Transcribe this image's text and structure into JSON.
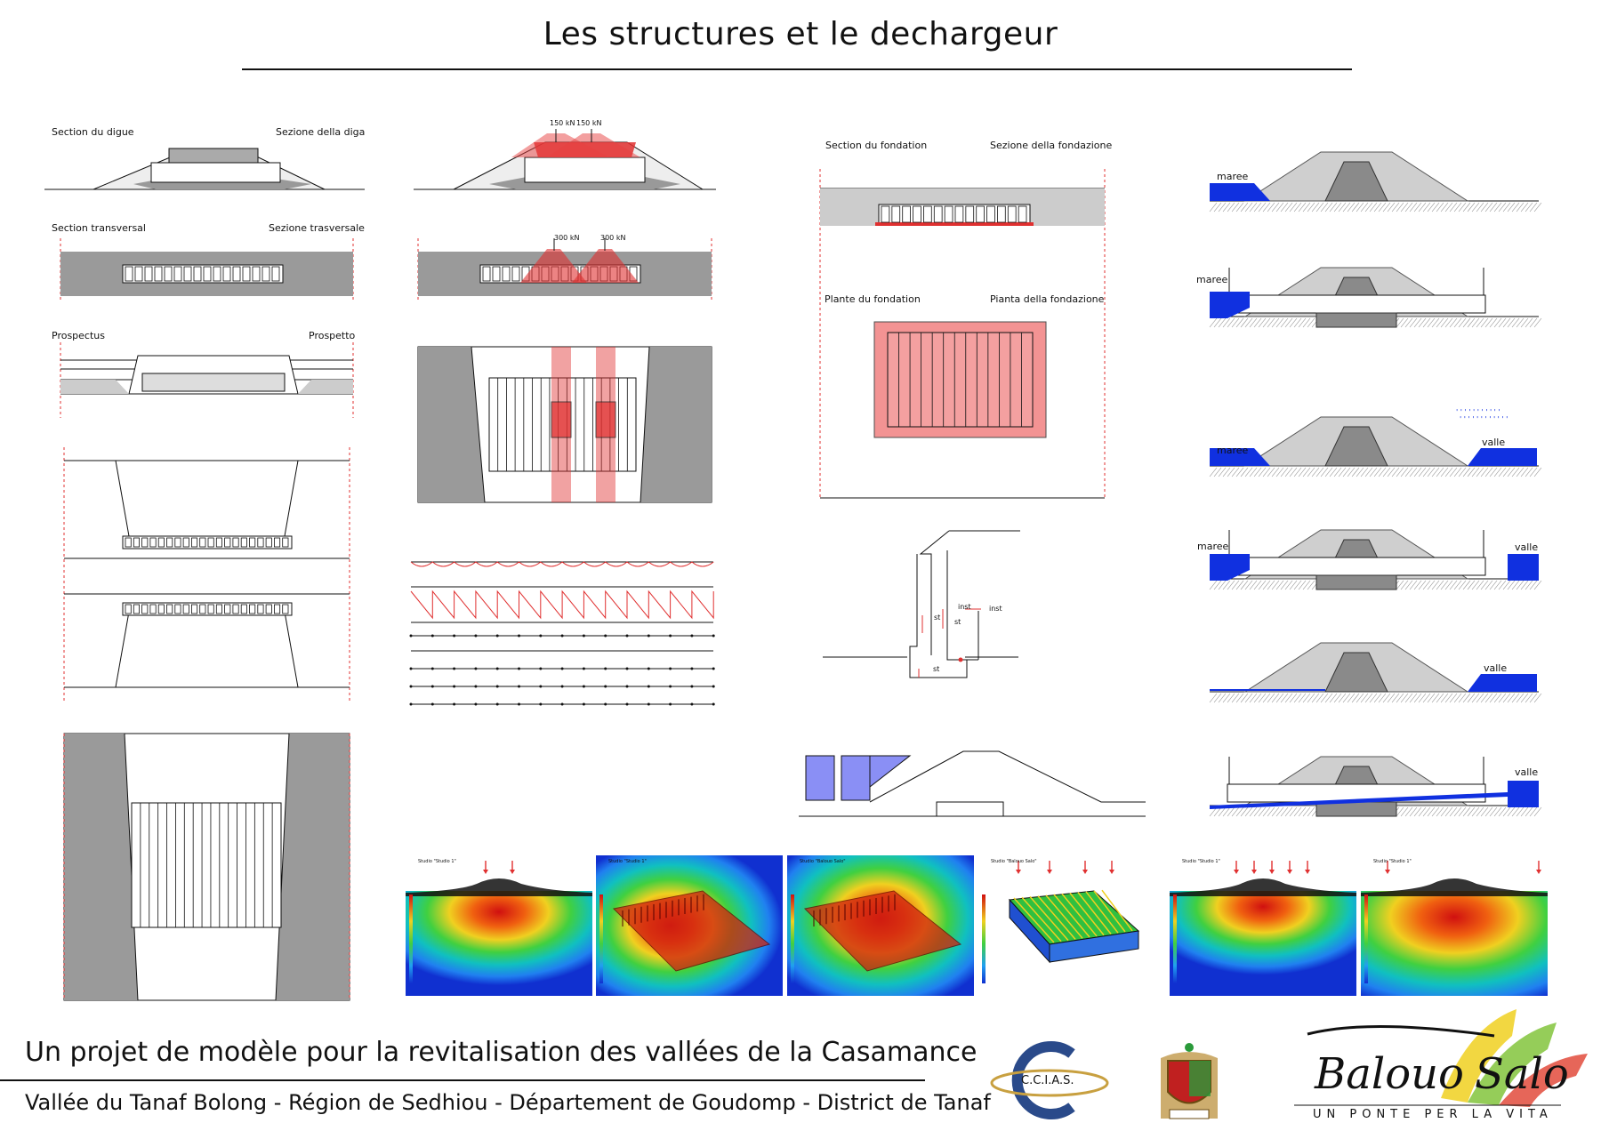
{
  "header": {
    "title": "Les structures et le dechargeur"
  },
  "labels": {
    "section_digue_fr": "Section du digue",
    "section_digue_it": "Sezione della diga",
    "section_transversal_fr": "Section transversal",
    "section_transversal_it": "Sezione trasversale",
    "prospectus_fr": "Prospectus",
    "prospectus_it": "Prospetto",
    "load_150a": "150 kN",
    "load_150b": "150 kN",
    "load_300a": "300 kN",
    "load_300b": "300 kN",
    "section_fondation_fr": "Section du fondation",
    "section_fondation_it": "Sezione della fondazione",
    "plante_fondation_fr": "Plante du fondation",
    "pianta_fondazione_it": "Pianta della fondazione",
    "st_1": "st",
    "st_2": "st",
    "st_3": "st",
    "inst_1": "inst",
    "inst_2": "inst"
  },
  "water": {
    "maree_1": "maree",
    "maree_2": "maree",
    "maree_3": "maree",
    "maree_4": "maree",
    "valle_1": "valle",
    "valle_2": "valle",
    "valle_3": "valle",
    "valle_4": "valle"
  },
  "fem": {
    "s1": "Studio \"Studio 1\"",
    "s2": "Studio \"Studio 1\"",
    "s3": "Studio \"Balouo Salo\"",
    "s4": "Studio \"Balouo Salo\"",
    "s5": "Studio \"Studio 1\"",
    "s6": "Studio \"Studio 1\""
  },
  "footer": {
    "line1": "Un projet de modèle pour la revitalisation des vallées de la Casamance",
    "line2": "Vallée du Tanaf Bolong - Région de Sedhiou -  Département de Goudomp - District de Tanaf"
  },
  "logos": {
    "ccias": "C.C.I.A.S.",
    "brand_left": "Balouo",
    "brand_right": "Salo",
    "tagline": "UN PONTE PER LA VITA"
  },
  "colors": {
    "accent_red": "#e03030",
    "water_blue": "#1030e0",
    "concrete_gray": "#9a9a9a",
    "fill_gray": "#cfcfcf"
  }
}
